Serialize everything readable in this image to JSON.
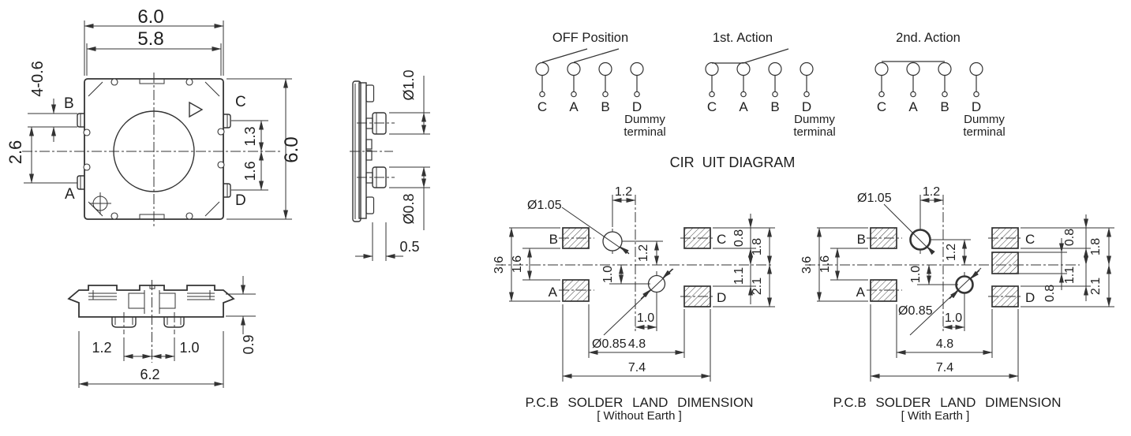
{
  "colors": {
    "line": "#333333",
    "text": "#1e1e1e",
    "background": "#ffffff"
  },
  "top_view": {
    "dim_width_outer": "6.0",
    "dim_width_inner": "5.8",
    "dim_height": "6.0",
    "dim_terminal_width": "4-0.6",
    "dim_terminal_pitch": "2.6",
    "dim_upper_offset": "1.3",
    "dim_lower_offset": "1.6",
    "terminal_b": "B",
    "terminal_a": "A",
    "terminal_c": "C",
    "terminal_d": "D"
  },
  "side_view": {
    "dim_hole_top": "Ø1.0",
    "dim_hole_bottom": "Ø0.8",
    "dim_offset": "0.5"
  },
  "front_view": {
    "dim_left_leg": "1.2",
    "dim_right_leg": "1.0",
    "dim_width": "6.2",
    "dim_height": "0.9"
  },
  "circuit": {
    "caption": "CIR  UIT DIAGRAM",
    "states": [
      {
        "title": "OFF Position",
        "terminals": [
          "C",
          "A",
          "B",
          "D"
        ],
        "dummy_line1": "Dummy",
        "dummy_line2": "terminal"
      },
      {
        "title": "1st. Action",
        "terminals": [
          "C",
          "A",
          "B",
          "D"
        ],
        "dummy_line1": "Dummy",
        "dummy_line2": "terminal"
      },
      {
        "title": "2nd. Action",
        "terminals": [
          "C",
          "A",
          "B",
          "D"
        ],
        "dummy_line1": "Dummy",
        "dummy_line2": "terminal"
      }
    ]
  },
  "pcb_without_earth": {
    "caption": "P.C.B SOLDER LAND DIMENSION",
    "subcaption": "[ Without Earth ]",
    "pad_b": "B",
    "pad_a": "A",
    "pad_c": "C",
    "pad_d": "D",
    "hole_top": "Ø1.05",
    "hole_bottom": "Ø0.85",
    "dim_top": "1.2",
    "dim_v_upper": "1.2",
    "dim_v_lower": "1.0",
    "dim_h_bottom": "1.0",
    "dim_left_outer": "3.6",
    "dim_left_inner": "1.6",
    "dim_right_pad": "0.8",
    "dim_right_gap": "1.1",
    "dim_right_upper": "1.8",
    "dim_right_lower": "2.1",
    "dim_span_inner": "4.8",
    "dim_span_outer": "7.4"
  },
  "pcb_with_earth": {
    "caption": "P.C.B SOLDER LAND DIMENSION",
    "subcaption": "[ With Earth ]",
    "pad_b": "B",
    "pad_a": "A",
    "pad_c": "C",
    "pad_d": "D",
    "hole_top": "Ø1.05",
    "hole_bottom": "Ø0.85",
    "dim_top": "1.2",
    "dim_v_upper": "1.2",
    "dim_v_lower": "1.0",
    "dim_h_bottom": "1.0",
    "dim_left_outer": "3.6",
    "dim_left_inner": "1.6",
    "dim_earth_pad": "0.8",
    "dim_right_pad": "0.8",
    "dim_right_gap": "1.1",
    "dim_right_upper": "1.8",
    "dim_right_lower": "2.1",
    "dim_span_inner": "4.8",
    "dim_span_outer": "7.4"
  }
}
